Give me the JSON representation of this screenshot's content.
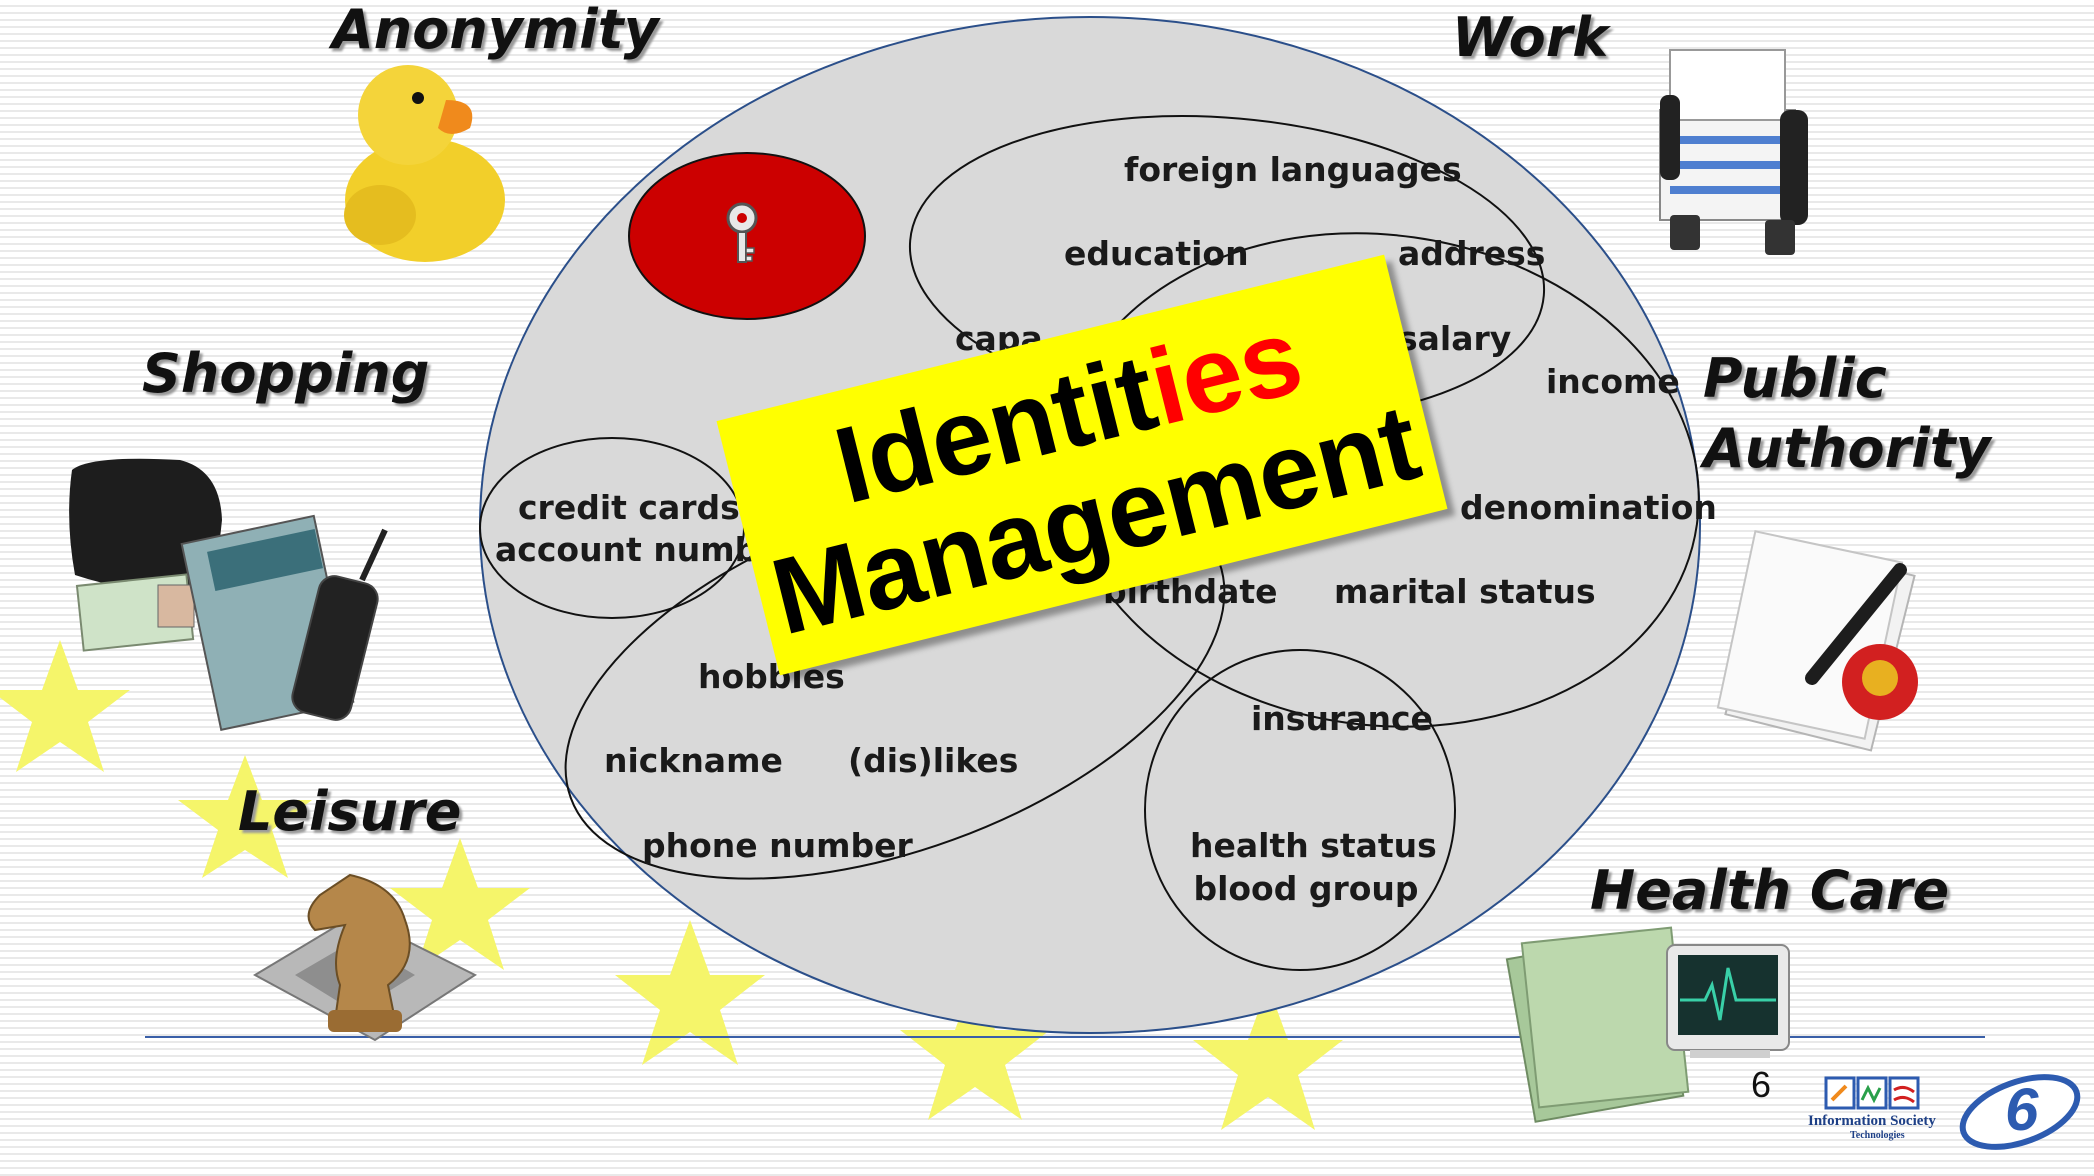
{
  "categories": {
    "anonymity": "Anonymity",
    "work": "Work",
    "shopping": "Shopping",
    "public_authority_line1": "Public",
    "public_authority_line2": "Authority",
    "leisure": "Leisure",
    "health_care": "Health Care"
  },
  "banner": {
    "line1_prefix": "Identit",
    "line1_suffix": "ies",
    "line2": "Management"
  },
  "attributes": {
    "foreign_languages": "foreign languages",
    "education": "education",
    "address": "address",
    "salary": "salary",
    "income": "income",
    "capabilities_partial": "capa",
    "credit_cards": "credit cards",
    "account_number": "account numbe",
    "denomination": "denomination",
    "birthdate": "birthdate",
    "marital_status": "marital status",
    "hobbies": "hobbies",
    "insurance": "insurance",
    "nickname": "nickname",
    "dislikes": "(dis)likes",
    "phone_number": "phone number",
    "health_status": "health status",
    "blood_group": "blood group"
  },
  "footer": {
    "page_number": "6",
    "logo_text": "Information Society",
    "logo_subtext": "Technologies"
  },
  "colors": {
    "big_ellipse": "#d9d9d9",
    "key_ellipse": "#cc0000",
    "banner": "#ffff00",
    "accent_red": "#ff0000",
    "stars": "#f5f56a",
    "rule": "#3a5fa8"
  },
  "icons": [
    "rubber-duck-icon",
    "rolodex-icon",
    "wallet-shopping-icon",
    "document-pen-seal-icon",
    "chess-knight-icon",
    "tuberculosis-monitor-icon",
    "key-icon",
    "ist-logo-icon",
    "fp6-logo-icon"
  ]
}
